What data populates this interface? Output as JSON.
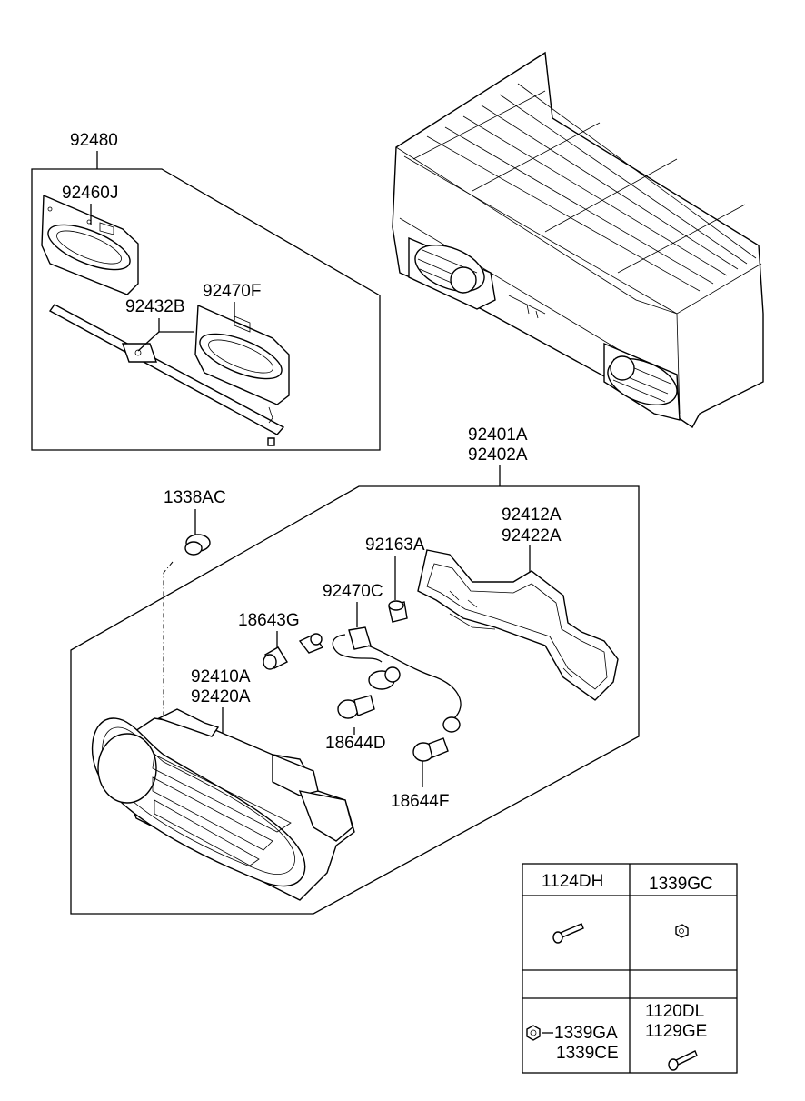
{
  "labels": {
    "assy_panel": "92480",
    "holder_left": "92460J",
    "holder_right": "92470F",
    "gasket": "92432B",
    "lamp_assy_1": "92401A",
    "lamp_assy_2": "92402A",
    "grommet": "1338AC",
    "housing_1": "92412A",
    "housing_2": "92422A",
    "socket_cap": "92163A",
    "wiring": "92470C",
    "bulb_small": "18643G",
    "lens_1": "92410A",
    "lens_2": "92420A",
    "bulb_d": "18644D",
    "bulb_f": "18644F"
  },
  "fastener_table": {
    "col1_header": "1124DH",
    "col2_header": "1339GC",
    "row2_left_1": "1339GA",
    "row2_left_2": "1339CE",
    "row2_right_1": "1120DL",
    "row2_right_2": "1129GE"
  }
}
